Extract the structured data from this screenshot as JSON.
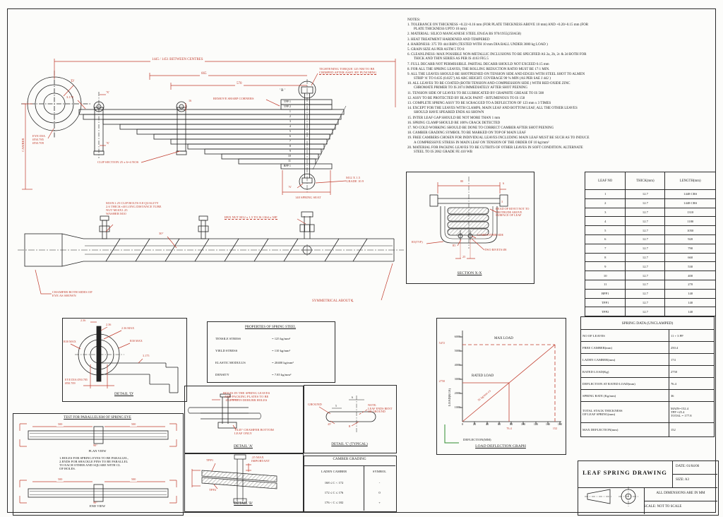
{
  "notes": {
    "title": "NOTES:",
    "items": [
      "1.  TOLERANCE ON THICKNESS +0.22/-0.16 mm (FOR PLATE THICKNESS ABOVE 10 mm) AND +0.20/-0.15 mm (FOR PLATE  THICKNESS UPTO 10 mm)",
      "2.  MATERIAL:  SILICO MANGANESE STEEL EN45A BS 970/1955(250A58)",
      "3.  HEAT TREATMENT HARDENED AND TEMPERED",
      "4.  HARDNESS:  375  TO  444 BHN (TESTED WITH 10 mm DIA BALL UNDER 3000 kg  LOAD )",
      "5.  GRAIN SIZE AS PER ASTM  5  TO  8",
      "6.  CLEANLINESS: MAX POSSIBLE NON-METALLIC INCLUSIONS TO BE SPECIFIED AS 2a, 2b, 2c & 2d BOTH FOR THICK AND THIN SERIES AS PER  IS 4163 FIG.5",
      "7.  FULL DECARB NOT PERMISSIBLE. PARTIAL DECARB SHOULD NOT EXCEED 0.15 mm",
      "8.  FOR ALL THE SPRING LEAVES, THE ROLLING REDUCTION RATIO MUST BE 17:1 MIN.",
      "9.  ALL THE LEAVES SHOULD BE SHOTPEENED ON TENSION SIDE AND EDGES WITH STEEL SHOT TO ALMEN STRIP 'A' TO 0.635 (0.025\") AS ARC HEIGHT. COVERAGE  90 % MIN (AS PER  SAE   J 442 )",
      "10. ALL LEAVES TO BE COATED (BOTH TENSION AND COMPRESSION SIDE ) WITH RED OXIDE ZINC CHROMATE PRIMER TO   IS 2074   IMMEDIATELY AFTER SHOT PEENING",
      "11. TENSION SIDE OF LEAVES TO BE LUBRICATED BY GRAPHITE GREASE TO   IS  508",
      "12. ASSY TO BE PROTECTED BY BLACK PAINT - BITUMENOUS TO  IS  158",
      "13. COMPLETE SPRING ASSY TO BE SCRAGGED TO A DEFLECTION OF  123 mm  x 3 TIMES",
      "14. EXCEPT FOR THE LEAVES WITH CLAMPS, MAIN LEAF AND BOTTOM LEAF, ALL THE OTHER LEAVES SHOULD HAVE SPEARED ENDS AS SHOWN",
      "15. INTER LEAF GAP SHOULD BE NOT MORE THAN  1 mm",
      "16. SPRING CLAMP SHOULD BE 100% CRACK DETECTED",
      "17. NO COLD WORKING SHOULD BE DONE TO CORRECT CAMBER AFTER SHOT PEENING",
      "18. CAMBER GRADING SYMBOL TO BE MARKED ON TOP OF MAIN LEAF",
      "19. FREE CAMBERS CHOSEN FOR INDIVIDUAL LEAVES INCLUDING MAIN LEAF MUST BE SUCH AS TO INDUCE A COMPRESSIVE STRESS IN MAIN LEAF ON TENSION OF THE ORDER OF 10 kg/mm²",
      "20. MATERIAL FOR PACKING LEAVES TO BE CUTBITS OF OTHER LEAVES IN SOFT CONDITION. ALTERNATE STEEL TO IS 2062 GRADE FE 410 WB"
    ]
  },
  "main_view": {
    "dim_between_centres": "1445 / 1451 BETWEEN CENTRES",
    "dim_665": "665",
    "dim_570": "570",
    "dim_16": "16",
    "dim_3175": "3.175",
    "label_d": "'D'",
    "label_b": "' B '",
    "label_x": "'X'",
    "label_a": "'A'",
    "tightening": [
      "TIGHTENING TORQUE 125 NM TO BE",
      "CRIMPED AFTER ASSY. BY PUNCHING"
    ],
    "remove_sharp": "REMOVE SHARP CORNERS",
    "eye_dia": [
      "EYE DIA",
      "Ø50.785",
      "Ø50.709"
    ],
    "clip_section": "CLIP SECTION  25 x 6=4 NOS",
    "m12": [
      "M12 X 1.5",
      "GRADE 10.9"
    ],
    "spring_seat": "140 SPRING SEAT",
    "camber": "CAMBER",
    "leaf_ids": [
      "TPP 1",
      "TPP 2",
      "1",
      "2",
      "3",
      "4",
      "5",
      "6",
      "7",
      "8",
      "9",
      "10",
      "11",
      "BPP 1"
    ]
  },
  "plan_view": {
    "clip_bolt_note": [
      "M10X1.25 CLIP BOLTS 8.8 QUALITY",
      "2.6 THICK+40 LONG DISTANCE TUBE",
      "NUT M10X1.25",
      "WASHER M10"
    ],
    "hex_nut_note": "HEX NUT  M12 x 1.5 TO IS 1364 x 50P",
    "angle_30": "30°",
    "chamfer_note": [
      "CHAMFER BOTH SIDES OF",
      "EYE AS SHOWN"
    ],
    "symmetrical": "SYMMETRICAL ABOUT ℄"
  },
  "section_xx": {
    "dim_80": "80",
    "dim_6": "6",
    "dim_3": "3",
    "dim_25": "25",
    "rivet_note": [
      "HEAD OF RIVET NOT TO",
      "PROTRUDE ABOVE",
      "SURFACE OF LEAF"
    ],
    "r5_typ": "R5(TYP)",
    "r5": "R5",
    "min_either": "5.5 MIN EITHER SIDE",
    "two_rivets": "TWO RIVETS Ø8",
    "title": "SECTION X-X"
  },
  "detail_d": {
    "dim_236": "2.36",
    "dim_236_max": "2.36 MAX",
    "r30": "R30 MAX",
    "dim_3175": "3.175",
    "eye_dia": [
      "EYE DIA Ø50.785",
      "Ø50.709"
    ],
    "title": "DETAIL  'D'"
  },
  "properties": {
    "title": "PROPERTIES OF SPRING STEEL",
    "rows": [
      [
        "TENSILE STRESS",
        "= 125 kg/mm²"
      ],
      [
        "YIELD STRESS",
        "= 110 kg/mm²"
      ],
      [
        "ELASTIC MODULUS",
        "= 20400 kg/mm²"
      ],
      [
        "DENSITY",
        "= 7.85 kg/mm³"
      ]
    ]
  },
  "detail_a": {
    "holes_note": [
      "HOLES IN THE SPRING LEAVES",
      "AND PACKING PLATES TO BE",
      "Ø12.5/12.59  DEBURR HOLES"
    ],
    "chamfer_note": [
      "1X45° CHAMFER BOTTOM",
      "LEAF ONLY"
    ],
    "title": "DETAIL  'A'"
  },
  "detail_b": {
    "tpp1": "TPP1",
    "tpp2": "TPP2",
    "max_note": [
      ".25 MAX",
      "IMPORTANT"
    ],
    "title": "DETAIL  'B'"
  },
  "detail_c": {
    "ground": "GROUND",
    "note": [
      "NOTE:",
      "LEAF ENDS BENT",
      "OR GROUND"
    ],
    "dim5": "5",
    "dim6": "6",
    "angle": "45°",
    "r": "R",
    "title": "DETAIL 'C' (TYPICAL)"
  },
  "camber_grading": {
    "title": "CAMBER GRADING",
    "headers": [
      "LADEN CAMBER",
      "SYMBOL"
    ],
    "rows": [
      [
        "168 ≤ C < 172",
        "-"
      ],
      [
        "172 ≤ C ≤ 176",
        "0"
      ],
      [
        "176 < C ≤ 182",
        "+"
      ]
    ]
  },
  "parallelism": {
    "title": "TEST FOR PARALLELISM OF SPRING EYE",
    "dim": "500",
    "angle": "90°",
    "plan_caption": "PLAN VIEW",
    "end_caption": "END VIEW",
    "note_lines": [
      "1.HOLES FOR SPRING EYES TO BE  PARALLEL,",
      "2.ENDS FOR SHACKLE PINS TO BE PARALLEL",
      "   TO EACH OTHER   AND SQUARE WITH CL",
      "   OF HOLES."
    ]
  },
  "graph": {
    "title": "LOAD DEFLECTION GRAPH",
    "xlabel": "DEFLECTION(MM)",
    "ylabel": "LOAD(KGS)",
    "x_ticks": [
      "0",
      "20",
      "40",
      "60",
      "80",
      "100",
      "120",
      "140",
      "160"
    ],
    "y_ticks": [
      "1000",
      "2000",
      "3000",
      "4000",
      "5000",
      "6000"
    ],
    "max_load_label": "MAX LOAD",
    "rated_load_label": "RATED LOAD",
    "slope_label": "36 kg/mm c/s",
    "rated_load": "2750",
    "rated_deflection": "76.4",
    "max_load": "5472",
    "max_deflection": "152"
  },
  "chart_data": {
    "type": "line",
    "title": "LOAD DEFLECTION GRAPH",
    "xlabel": "DEFLECTION(MM)",
    "ylabel": "LOAD(KGS)",
    "xlim": [
      0,
      160
    ],
    "ylim": [
      0,
      6000
    ],
    "series": [
      {
        "name": "spring rate 36 kg/mm",
        "x": [
          0,
          152
        ],
        "y": [
          0,
          5472
        ]
      }
    ],
    "annotations": [
      {
        "label": "RATED LOAD",
        "x": 76.4,
        "y": 2750
      },
      {
        "label": "MAX LOAD",
        "x": 152,
        "y": 5472
      }
    ]
  },
  "leaf_table": {
    "headers": [
      "LEAF NO",
      "THICK(mm)",
      "LENGTH(mm)"
    ],
    "rows": [
      [
        "1",
        "12.7",
        "1448 CRS"
      ],
      [
        "2",
        "12.7",
        "1448 CRS"
      ],
      [
        "3",
        "12.7",
        "1310"
      ],
      [
        "4",
        "12.7",
        "1180"
      ],
      [
        "5",
        "12.7",
        "1050"
      ],
      [
        "6",
        "12.7",
        "920"
      ],
      [
        "7",
        "12.7",
        "790"
      ],
      [
        "8",
        "12.7",
        "660"
      ],
      [
        "9",
        "12.7",
        "530"
      ],
      [
        "10",
        "12.7",
        "400"
      ],
      [
        "11",
        "12.7",
        "270"
      ],
      [
        "BPP1",
        "12.7",
        "140"
      ],
      [
        "TPP1",
        "12.7",
        "140"
      ],
      [
        "TPP2",
        "12.7",
        "140"
      ]
    ]
  },
  "spring_data": {
    "title": "SPRING DATA (UNCLAMPED)",
    "rows": [
      [
        "NO  OF LEAVES",
        "11 + 3 PP"
      ],
      [
        "FREE CAMBER(mm)",
        "250.4"
      ],
      [
        "LADEN CAMBER(mm)",
        "174"
      ],
      [
        "RATED LOAD(Kg)",
        "2750"
      ],
      [
        "DEFLECTION AT RATED LOAD(mm)",
        "76.4"
      ],
      [
        "SPRING RATE (Kg/mm)",
        "36"
      ]
    ],
    "stack_label": [
      "TOTAL STACK THICKNESS",
      "OF LEAF SPRING(mm)"
    ],
    "stack_value": [
      "MAIN=152.4",
      "TPP =25.4",
      "TOTAL = 177.8"
    ],
    "max_row": [
      "MAX DEFLECTION(mm)",
      "152"
    ]
  },
  "title_block": {
    "title": "LEAF  SPRING  DRAWING",
    "date": "DATE: 01/04/06",
    "size": "SIZE: A3",
    "dims_note": "ALL DIMENSIONS ARE IN MM",
    "scale": "SCALE: NOT TO SCALE"
  }
}
